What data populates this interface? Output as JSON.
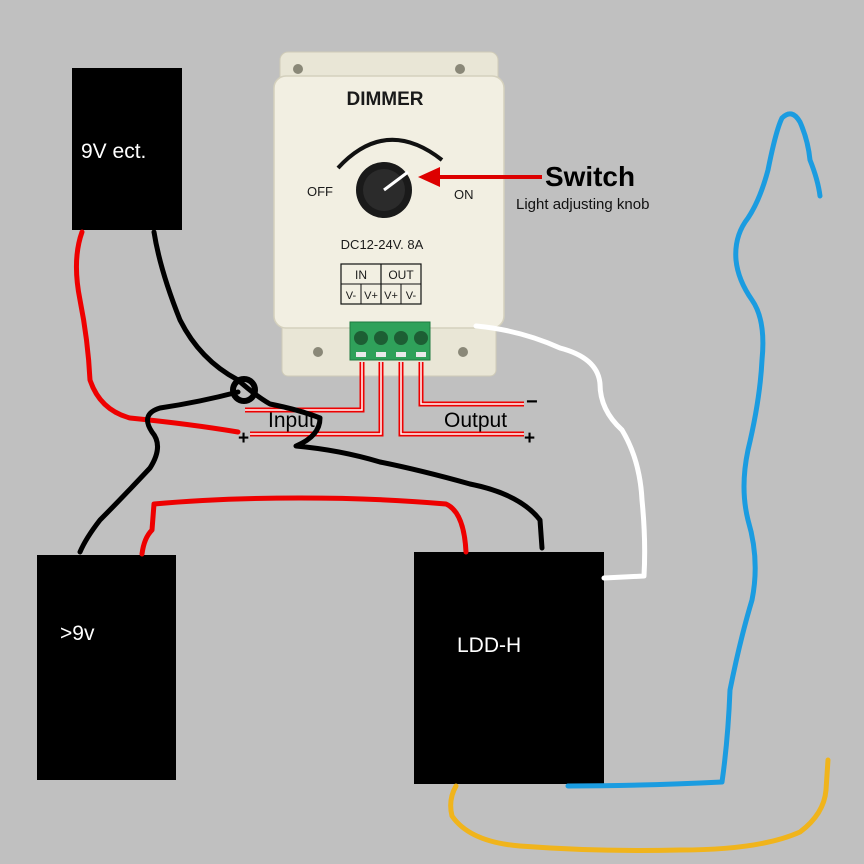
{
  "diagram": {
    "boxes": {
      "supply_9v": {
        "label": "9V ect."
      },
      "supply_over_9v": {
        "label": ">9v"
      },
      "ldd_h": {
        "label": "LDD-H"
      }
    },
    "dimmer": {
      "title": "DIMMER",
      "off_label": "OFF",
      "on_label": "ON",
      "rating": "DC12-24V. 8A",
      "in_header": "IN",
      "out_header": "OUT",
      "pins": [
        "V-",
        "V+",
        "V+",
        "V-"
      ]
    },
    "annotations": {
      "switch": "Switch",
      "knob": "Light adjusting knob",
      "input": "Input",
      "output": "Output",
      "minus": "−",
      "plus_left": "+",
      "plus_right": "+"
    },
    "colors": {
      "background": "#c0c0c0",
      "box": "#000000",
      "box_text": "#ffffff",
      "dimmer_body": "#f0ede0",
      "terminal_block": "#2fa15a",
      "wire_red": "#ee0000",
      "wire_black": "#000000",
      "wire_white": "#ffffff",
      "wire_blue": "#1b9ce0",
      "wire_yellow": "#f0b41c",
      "arrow": "#dd0000"
    }
  }
}
